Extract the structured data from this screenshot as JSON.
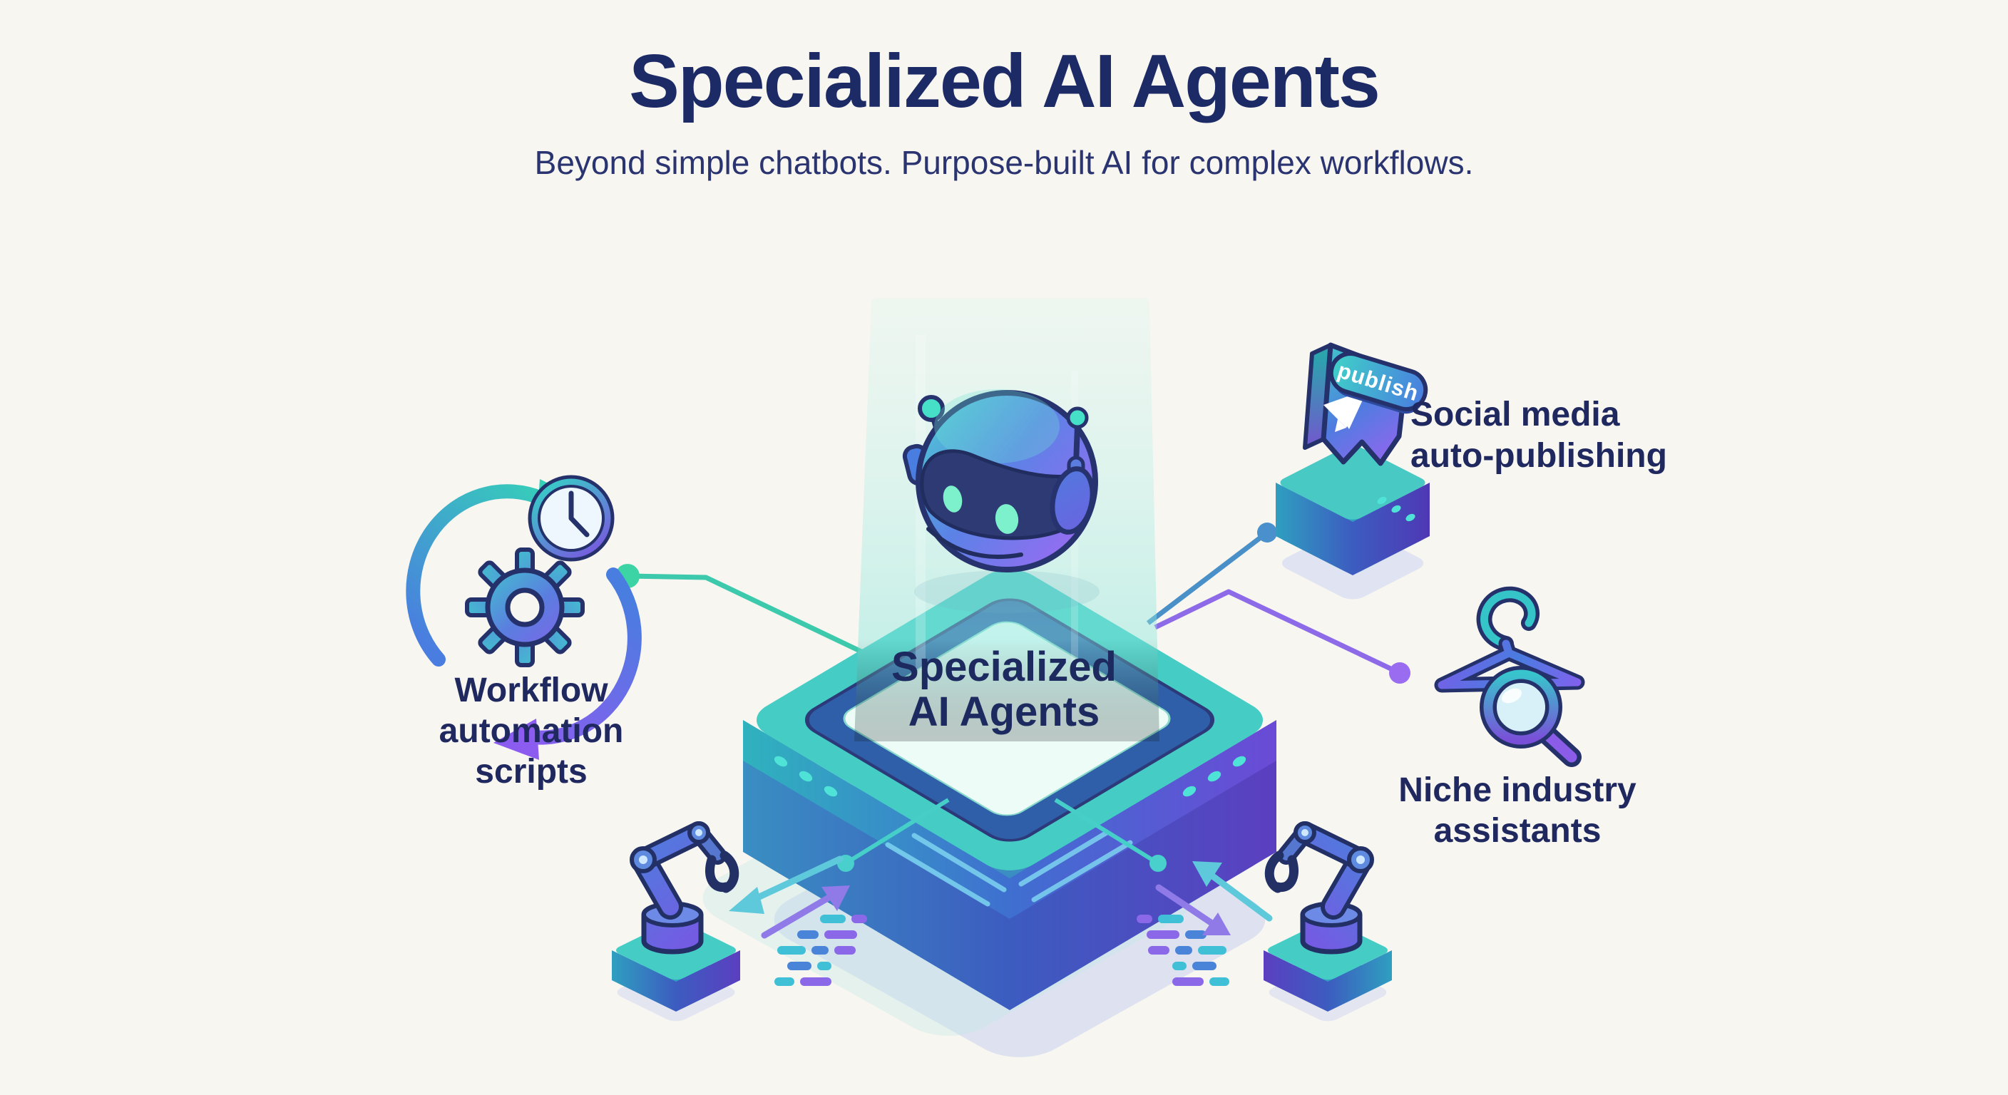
{
  "header": {
    "title": "Specialized AI Agents",
    "subtitle": "Beyond simple chatbots. Purpose-built AI for complex workflows."
  },
  "platform": {
    "label_line1": "Specialized",
    "label_line2": "AI Agents"
  },
  "features": {
    "workflow": {
      "lines": [
        "Workflow",
        "automation",
        "scripts"
      ]
    },
    "social": {
      "lines": [
        "Social media",
        "auto-publishing"
      ]
    },
    "niche": {
      "lines": [
        "Niche industry",
        "assistants"
      ]
    }
  },
  "publish_button": {
    "label": "publish"
  },
  "icons": {
    "workflow": "gear-clock-cycle-icon",
    "social": "publish-paper-plane-icon",
    "niche": "hanger-magnifier-icon",
    "center": "robot-head-icon",
    "bottom": "robot-arm-icon"
  },
  "colors": {
    "background": "#f8f6f1",
    "heading_navy": "#1c2a66",
    "outline_navy": "#25316b",
    "teal": "#3ec9b6",
    "mint": "#7df0cc",
    "blue": "#4a7de0",
    "steel_blue": "#4a90c8",
    "purple": "#8c5cf0",
    "beam": "#8ae8df",
    "panel_mint": "#c9f4e9"
  }
}
